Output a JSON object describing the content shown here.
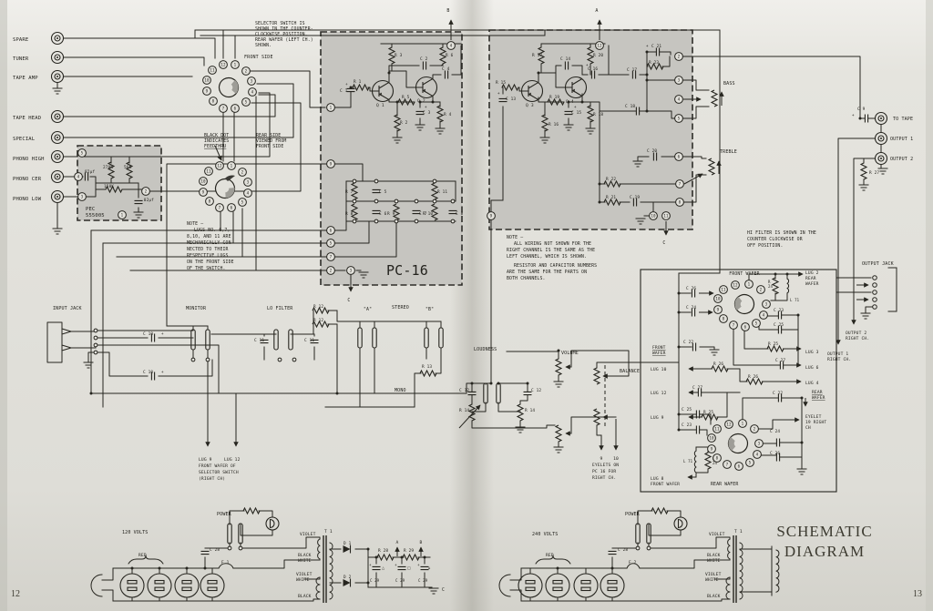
{
  "page": {
    "title_line1": "SCHEMATIC",
    "title_line2": "DIAGRAM",
    "left_number": "12",
    "right_number": "13",
    "board_name": "PC-16"
  },
  "colors": {
    "paper": "#e3e2dc",
    "board": "#c6c5c0",
    "ink": "#26251f"
  },
  "labels": [
    [
      "SPARE",
      14,
      45,
      5.5
    ],
    [
      "TUNER",
      14,
      66,
      5.5
    ],
    [
      "TAPE AMP",
      14,
      87,
      5.5
    ],
    [
      "TAPE HEAD",
      14,
      131,
      5.5
    ],
    [
      "SPECIAL",
      14,
      154,
      5.5
    ],
    [
      "PHONO HIGH",
      14,
      176,
      5.5
    ],
    [
      "PHONO CER",
      14,
      198,
      5.5
    ],
    [
      "PHONO LOW",
      14,
      220,
      5.5
    ],
    [
      "82μf",
      93,
      190,
      4.4
    ],
    [
      "270K",
      113,
      185,
      4.4
    ],
    [
      "56K",
      136,
      185,
      4.4
    ],
    [
      "150K",
      114,
      206,
      4.4
    ],
    [
      ".02μf",
      155,
      221,
      4.4
    ],
    [
      "PEC",
      94,
      231,
      5.5
    ],
    [
      "555005",
      94,
      238,
      5.5
    ],
    [
      "SELECTOR SWITCH IS",
      280,
      27,
      4.8
    ],
    [
      "SHOWN IN THE COUNTER-",
      280,
      33,
      4.8
    ],
    [
      "CLOCKWISE POSITION.",
      280,
      39,
      4.8
    ],
    [
      "REAR WAFER (LEFT CH.)",
      280,
      45,
      4.8
    ],
    [
      "SHOWN.",
      280,
      51,
      4.8
    ],
    [
      "FRONT SIDE",
      268,
      64,
      5
    ],
    [
      "BLACK DOT",
      224,
      150,
      4.8
    ],
    [
      "INDICATES",
      224,
      156,
      4.8
    ],
    [
      "FEEDTHRU",
      224,
      162,
      4.8,
      "u"
    ],
    [
      "REAR SIDE",
      281,
      150,
      4.8
    ],
    [
      "VIEWED FROM",
      281,
      156,
      4.8
    ],
    [
      "FRONT SIDE",
      281,
      162,
      4.8
    ],
    [
      "NOTE –",
      205,
      247,
      4.8
    ],
    [
      "LUGS NO. 6,7,",
      213,
      254,
      4.8
    ],
    [
      "8,10, AND 11 ARE",
      205,
      261,
      4.8
    ],
    [
      "MECHANICALLY CON-",
      205,
      268,
      4.8
    ],
    [
      "NECTED TO THEIR",
      205,
      275,
      4.8
    ],
    [
      "RESPECTIVE LUGS",
      205,
      282,
      4.8
    ],
    [
      "ON THE FRONT SIDE",
      205,
      289,
      4.8
    ],
    [
      "OF THE SWITCH.",
      205,
      296,
      4.8
    ],
    [
      "R 1",
      388,
      91,
      4.4
    ],
    [
      "C 1",
      373,
      101,
      4.4
    ],
    [
      "+",
      379,
      94,
      4.4
    ],
    [
      "Q 1",
      413,
      117,
      4.6
    ],
    [
      "R 3",
      433,
      62,
      4.4
    ],
    [
      "C 2",
      461,
      66,
      4.4
    ],
    [
      "R 6",
      489,
      62,
      4.4
    ],
    [
      "C 4",
      485,
      77,
      4.4
    ],
    [
      "+",
      484,
      73,
      4.2
    ],
    [
      "Q 2",
      458,
      112,
      4.6
    ],
    [
      "R 5",
      441,
      108,
      4.4
    ],
    [
      "C 3",
      464,
      125,
      4.4
    ],
    [
      "+",
      466,
      119,
      4.2
    ],
    [
      "R 4",
      487,
      127,
      4.4
    ],
    [
      "R 2",
      439,
      136,
      4.4
    ],
    [
      "R 7",
      379,
      212,
      4.4
    ],
    [
      "C 5",
      416,
      212,
      4.4
    ],
    [
      "R 8",
      379,
      236,
      4.4
    ],
    [
      "C 6",
      416,
      236,
      4.4
    ],
    [
      "R 9",
      425,
      236,
      4.4
    ],
    [
      "C 7",
      460,
      236,
      4.4
    ],
    [
      "R 11",
      480,
      212,
      4.4
    ],
    [
      "R 10",
      464,
      236,
      4.4
    ],
    [
      "C 8",
      500,
      236,
      4.4
    ],
    [
      "PC-16",
      424,
      302,
      15
    ],
    [
      "R 15",
      544,
      92,
      4.4
    ],
    [
      "C 13",
      555,
      110,
      4.4
    ],
    [
      "+",
      546,
      104,
      4.2
    ],
    [
      "R 17",
      584,
      62,
      4.4
    ],
    [
      "C 14",
      615,
      66,
      4.4
    ],
    [
      "R 20",
      651,
      62,
      4.4
    ],
    [
      "C 16",
      645,
      77,
      4.4
    ],
    [
      "+",
      643,
      73,
      4.2
    ],
    [
      "Q 3",
      577,
      117,
      4.6
    ],
    [
      "Q 4",
      621,
      113,
      4.6
    ],
    [
      "R 19",
      603,
      108,
      4.4
    ],
    [
      "C 15",
      627,
      125,
      4.4
    ],
    [
      "+",
      630,
      119,
      4.2
    ],
    [
      "R 18",
      651,
      127,
      4.4
    ],
    [
      "R 16",
      602,
      138,
      4.4
    ],
    [
      "R 22",
      665,
      198,
      4.4
    ],
    [
      "R 21",
      665,
      218,
      4.4
    ],
    [
      "C 19",
      691,
      218,
      4.4
    ],
    [
      "C 21",
      715,
      52,
      4.4
    ],
    [
      "+",
      709,
      52,
      4.2
    ],
    [
      "R 23",
      712,
      70,
      4.4
    ],
    [
      "C 17",
      688,
      78,
      4.4
    ],
    [
      "C 18",
      686,
      118,
      4.4
    ],
    [
      "C 20",
      710,
      167,
      4.4
    ],
    [
      "BASS",
      794,
      93,
      5
    ],
    [
      "TREBLE",
      790,
      168,
      5
    ],
    [
      "B",
      492,
      13,
      5,
      "m"
    ],
    [
      "A",
      655,
      13,
      5,
      "m"
    ],
    [
      "C",
      383,
      331,
      5,
      "m"
    ],
    [
      "C",
      729,
      268,
      5,
      "m"
    ],
    [
      "C",
      375,
      331,
      0.1
    ],
    [
      "NOTE –",
      556,
      262,
      4.8
    ],
    [
      "ALL WIRING NOT SHOWN FOR THE",
      564,
      269,
      4.8
    ],
    [
      "RIGHT CHANNEL IS THE SAME AS THE",
      556,
      276,
      4.8
    ],
    [
      "LEFT CHANNEL, WHICH IS SHOWN.",
      556,
      283,
      4.8
    ],
    [
      "RESISTOR AND CAPACITOR NUMBERS",
      564,
      293,
      4.8
    ],
    [
      "ARE THE SAME FOR THE PARTS ON",
      556,
      300,
      4.8
    ],
    [
      "BOTH CHANNELS.",
      556,
      307,
      4.8
    ],
    [
      "HI FILTER IS SHOWN IN THE",
      820,
      257,
      4.8
    ],
    [
      "COUNTER CLOCKWISE OR",
      820,
      264,
      4.8
    ],
    [
      "OFF POSITION.",
      820,
      271,
      4.8
    ],
    [
      "FRONT WAFER",
      817,
      302,
      4.8,
      "m"
    ],
    [
      "LUG 2",
      884,
      301,
      4.6
    ],
    [
      "REAR",
      884,
      307,
      4.6
    ],
    [
      "WAFER",
      884,
      313,
      4.6
    ],
    [
      "R",
      843,
      311,
      4
    ],
    [
      "24",
      843,
      316,
      4
    ],
    [
      "L 71",
      867,
      331,
      4
    ],
    [
      "C 26",
      753,
      318,
      4.4
    ],
    [
      "C 24",
      753,
      339,
      4.4
    ],
    [
      "C 22",
      750,
      377,
      4.4
    ],
    [
      "C 23",
      849,
      342,
      4.4
    ],
    [
      "C 25",
      849,
      358,
      4.4
    ],
    [
      "R 25",
      843,
      379,
      4.4
    ],
    [
      "C 27",
      851,
      397,
      4.4
    ],
    [
      "R 26",
      821,
      415,
      4.4
    ],
    [
      "FRONT",
      716,
      383,
      4.6,
      "u"
    ],
    [
      "WAFER",
      716,
      389,
      4.6,
      "u"
    ],
    [
      "LUG 10",
      714,
      407,
      4.6
    ],
    [
      "R 26",
      783,
      401,
      4.4
    ],
    [
      "C 27",
      760,
      427,
      4.4
    ],
    [
      "LUG 12",
      714,
      433,
      4.6
    ],
    [
      "R 25",
      772,
      454,
      4.4
    ],
    [
      "LUG 9",
      714,
      460,
      4.6
    ],
    [
      "C 25",
      748,
      451,
      4.4
    ],
    [
      "C 23",
      748,
      468,
      4.4
    ],
    [
      "LUG 3",
      884,
      388,
      4.6
    ],
    [
      "LUG 6",
      884,
      405,
      4.6
    ],
    [
      "LUG 4",
      884,
      422,
      4.6
    ],
    [
      "REAR",
      891,
      432,
      4.6,
      "u"
    ],
    [
      "WAFER",
      891,
      438,
      4.6,
      "u"
    ],
    [
      "C 22",
      848,
      433,
      4.4
    ],
    [
      "EYELET",
      884,
      459,
      4.6
    ],
    [
      "19 RIGHT",
      884,
      465,
      4.6
    ],
    [
      "CH",
      884,
      471,
      4.6
    ],
    [
      "C 24",
      845,
      475,
      4.4
    ],
    [
      "C 26",
      845,
      499,
      4.4
    ],
    [
      "L 71",
      750,
      508,
      4
    ],
    [
      "R",
      782,
      505,
      4
    ],
    [
      "24",
      782,
      510,
      4
    ],
    [
      "LUG 8",
      714,
      527,
      4.6
    ],
    [
      "FRONT WAFER",
      714,
      533,
      4.6
    ],
    [
      "REAR WAFER",
      780,
      533,
      4.8
    ],
    [
      "OUTPUT JACK",
      946,
      291,
      5
    ],
    [
      "OUTPUT 2",
      928,
      367,
      4.6
    ],
    [
      "RIGHT CH.",
      928,
      373,
      4.6
    ],
    [
      "OUTPUT 1",
      908,
      390,
      4.6
    ],
    [
      "RIGHT CH.",
      908,
      396,
      4.6
    ],
    [
      "C 9",
      941,
      121,
      4.4
    ],
    [
      "+",
      935,
      128,
      4.2
    ],
    [
      "TO TAPE",
      980,
      132,
      5
    ],
    [
      "OUTPUT  1",
      977,
      154,
      5
    ],
    [
      "OUTPUT  2",
      977,
      176,
      5
    ],
    [
      "R 27",
      954,
      191,
      4.4
    ],
    [
      "INPUT JACK",
      58,
      340,
      5
    ],
    [
      "MONITOR",
      204,
      340,
      5
    ],
    [
      "LO FILTER",
      293,
      340,
      5
    ],
    [
      "R 12",
      344,
      338,
      4.4
    ],
    [
      "R 12",
      344,
      353,
      4.4
    ],
    [
      "C 10",
      157,
      368,
      4.4
    ],
    [
      "+",
      177,
      368,
      4.2
    ],
    [
      "C 10",
      157,
      410,
      4.4
    ],
    [
      "+",
      177,
      410,
      4.2
    ],
    [
      "C 11",
      279,
      375,
      4.4
    ],
    [
      "C 11",
      334,
      375,
      4.4
    ],
    [
      "LUG 9",
      218,
      506,
      4.6
    ],
    [
      "LUG 12",
      246,
      506,
      4.6
    ],
    [
      "FRONT WAFER OF",
      218,
      513,
      4.6
    ],
    [
      "SELECTOR SWITCH",
      218,
      520,
      4.6
    ],
    [
      "(RIGHT CH)",
      218,
      527,
      4.6
    ],
    [
      "\"A\"",
      399,
      341,
      4.8
    ],
    [
      "STEREO",
      430,
      339,
      5
    ],
    [
      "\"B\"",
      467,
      341,
      4.8
    ],
    [
      "MONO",
      433,
      430,
      5
    ],
    [
      "R 13",
      463,
      404,
      4.4
    ],
    [
      "LOUDNESS",
      520,
      385,
      5
    ],
    [
      "C 12",
      504,
      430,
      4.4
    ],
    [
      "C 12",
      583,
      430,
      4.4
    ],
    [
      "R 14",
      504,
      452,
      4.4
    ],
    [
      "R 14",
      576,
      452,
      4.4
    ],
    [
      "VOLUME",
      616,
      389,
      5
    ],
    [
      "BALANCE",
      680,
      409,
      5
    ],
    [
      "9",
      660,
      505,
      4.6,
      "m"
    ],
    [
      "10",
      676,
      505,
      4.6,
      "m"
    ],
    [
      "EYELETS ON",
      650,
      512,
      4.6
    ],
    [
      "PC 16 FOR",
      650,
      519,
      4.6
    ],
    [
      "RIGHT CH.",
      650,
      526,
      4.6
    ],
    [
      "POWER",
      238,
      566,
      5
    ],
    [
      "120 VOLTS",
      134,
      586,
      5
    ],
    [
      "C 28",
      230,
      605,
      4.4
    ],
    [
      "RED",
      152,
      611,
      4.6
    ],
    [
      "F 1",
      243,
      619,
      4.4
    ],
    [
      "VIOLET",
      329,
      588,
      4.6
    ],
    [
      "T 1",
      356,
      585,
      4.6
    ],
    [
      "BLACK",
      327,
      611,
      4.6
    ],
    [
      "WHITE",
      327,
      617,
      4.6
    ],
    [
      "VIOLET",
      325,
      632,
      4.6
    ],
    [
      "WHITE",
      325,
      638,
      4.6
    ],
    [
      "BLACK",
      327,
      656,
      4.6
    ],
    [
      "D 1",
      377,
      598,
      4.4
    ],
    [
      "D 2",
      377,
      635,
      4.4
    ],
    [
      "R 28",
      415,
      606,
      4.4
    ],
    [
      "R 29",
      443,
      606,
      4.4
    ],
    [
      "A",
      436,
      597,
      4.6,
      "m"
    ],
    [
      "B",
      462,
      597,
      4.6,
      "m"
    ],
    [
      "+",
      405,
      622,
      4.4
    ],
    [
      "△",
      419,
      625,
      4,
      "n"
    ],
    [
      "+",
      433,
      622,
      4.4
    ],
    [
      "□",
      447,
      625,
      4,
      "n"
    ],
    [
      "+",
      458,
      622,
      4.4
    ],
    [
      "⌂",
      470,
      625,
      4,
      "n"
    ],
    [
      "C 29",
      406,
      639,
      4
    ],
    [
      "C 29",
      434,
      639,
      4
    ],
    [
      "C 29",
      459,
      639,
      4
    ],
    [
      "C",
      485,
      649,
      4.8
    ],
    [
      "POWER",
      686,
      566,
      5
    ],
    [
      "240 VOLTS",
      584,
      588,
      5
    ],
    [
      "C 28",
      678,
      605,
      4.4
    ],
    [
      "RED",
      599,
      611,
      4.6
    ],
    [
      "F 2",
      690,
      619,
      4.4
    ],
    [
      "VIOLET",
      778,
      588,
      4.6
    ],
    [
      "T 1",
      806,
      585,
      4.6
    ],
    [
      "BLACK",
      776,
      611,
      4.6
    ],
    [
      "WHITE",
      776,
      617,
      4.6
    ],
    [
      "VIOLET",
      774,
      632,
      4.6
    ],
    [
      "WHITE",
      774,
      638,
      4.6
    ],
    [
      "BLACK",
      776,
      656,
      4.6
    ]
  ],
  "lugs": [
    [
      495,
      50,
      "4"
    ],
    [
      658,
      50,
      "12"
    ],
    [
      363,
      118,
      "1"
    ],
    [
      363,
      180,
      "9"
    ],
    [
      363,
      253,
      "6"
    ],
    [
      363,
      267,
      "5"
    ],
    [
      363,
      282,
      "7"
    ],
    [
      363,
      297,
      "2"
    ],
    [
      385,
      297,
      "3"
    ],
    [
      539,
      237,
      "9"
    ],
    [
      746,
      202,
      "7"
    ],
    [
      746,
      222,
      "8"
    ],
    [
      717,
      237,
      "10"
    ],
    [
      731,
      237,
      "11"
    ],
    [
      745,
      62,
      "2"
    ],
    [
      745,
      88,
      "3"
    ],
    [
      745,
      109,
      "4"
    ],
    [
      745,
      130,
      "5"
    ],
    [
      745,
      172,
      "6"
    ],
    [
      245,
      71,
      "12"
    ],
    [
      258,
      71,
      "1"
    ],
    [
      233,
      77,
      "11"
    ],
    [
      270,
      78,
      "2"
    ],
    [
      227,
      88,
      "10"
    ],
    [
      276,
      89,
      "3"
    ],
    [
      227,
      100,
      "9"
    ],
    [
      277,
      101,
      "4"
    ],
    [
      234,
      111,
      "8"
    ],
    [
      270,
      112,
      "5"
    ],
    [
      245,
      119,
      "7"
    ],
    [
      258,
      119,
      "6"
    ],
    [
      241,
      182,
      "12"
    ],
    [
      254,
      182,
      "1"
    ],
    [
      229,
      188,
      "11"
    ],
    [
      266,
      189,
      "2"
    ],
    [
      223,
      199,
      "10"
    ],
    [
      272,
      200,
      "3"
    ],
    [
      223,
      211,
      "9"
    ],
    [
      272,
      212,
      "4"
    ],
    [
      230,
      221,
      "8"
    ],
    [
      266,
      222,
      "5"
    ],
    [
      241,
      228,
      "7"
    ],
    [
      254,
      228,
      "6"
    ],
    [
      90,
      168,
      "5"
    ],
    [
      86,
      194,
      "4"
    ],
    [
      90,
      216,
      "3"
    ],
    [
      160,
      210,
      "2"
    ],
    [
      134,
      236,
      "1"
    ],
    [
      807,
      313,
      "12"
    ],
    [
      822,
      312,
      "1"
    ],
    [
      835,
      318,
      "2"
    ],
    [
      794,
      318,
      "11"
    ],
    [
      788,
      328,
      "10"
    ],
    [
      788,
      340,
      "9"
    ],
    [
      794,
      350,
      "8"
    ],
    [
      805,
      357,
      "7"
    ],
    [
      818,
      359,
      "6"
    ],
    [
      830,
      355,
      "5"
    ],
    [
      838,
      346,
      "4"
    ],
    [
      841,
      334,
      "3"
    ],
    [
      800,
      466,
      "12"
    ],
    [
      815,
      465,
      "1"
    ],
    [
      828,
      471,
      "2"
    ],
    [
      787,
      471,
      "11"
    ],
    [
      781,
      481,
      "10"
    ],
    [
      781,
      493,
      "9"
    ],
    [
      787,
      503,
      "8"
    ],
    [
      798,
      510,
      "7"
    ],
    [
      811,
      512,
      "6"
    ],
    [
      823,
      508,
      "5"
    ],
    [
      831,
      499,
      "4"
    ],
    [
      833,
      487,
      "3"
    ]
  ]
}
